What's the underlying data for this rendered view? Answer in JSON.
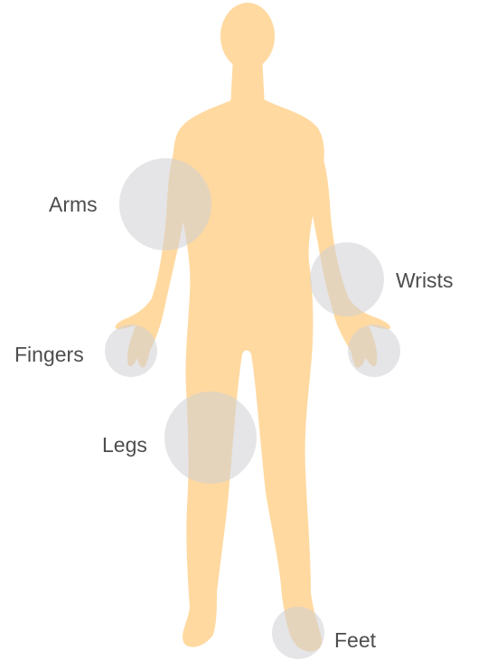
{
  "colors": {
    "body": "#ffd9a0",
    "highlight": "#cfcfd3",
    "label": "#4d4d4d",
    "background": "#ffffff"
  },
  "regions": {
    "arms": "Arms",
    "wrists": "Wrists",
    "fingers": "Fingers",
    "legs": "Legs",
    "feet": "Feet"
  }
}
